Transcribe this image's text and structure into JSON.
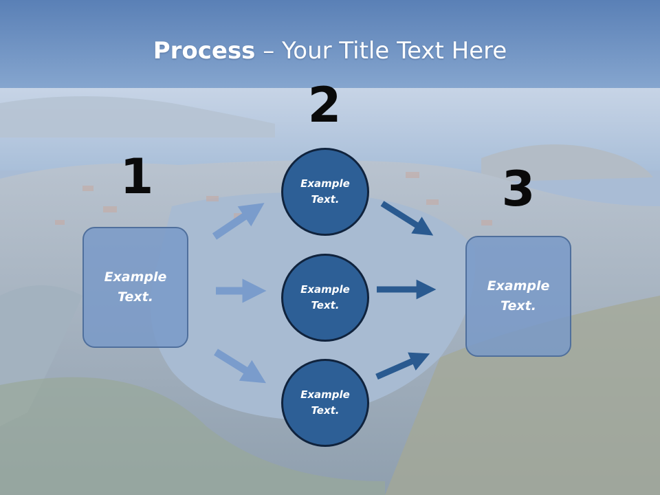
{
  "slide": {
    "title_bold": "Process",
    "title_rest": " – Your Title Text Here"
  },
  "steps": {
    "n1": "1",
    "n2": "2",
    "n3": "3"
  },
  "left_box": {
    "line1": "Example",
    "line2": "Text."
  },
  "right_box": {
    "line1": "Example",
    "line2": "Text."
  },
  "circles": [
    {
      "line1": "Example",
      "line2": "Text."
    },
    {
      "line1": "Example",
      "line2": "Text."
    },
    {
      "line1": "Example",
      "line2": "Text."
    }
  ],
  "colors": {
    "box_fill": "#7898c8",
    "circle_fill": "#2d5f96",
    "arrow_light": "#7a9ccc",
    "arrow_dark": "#2a5a90",
    "background_sky": "#5f86bb"
  }
}
